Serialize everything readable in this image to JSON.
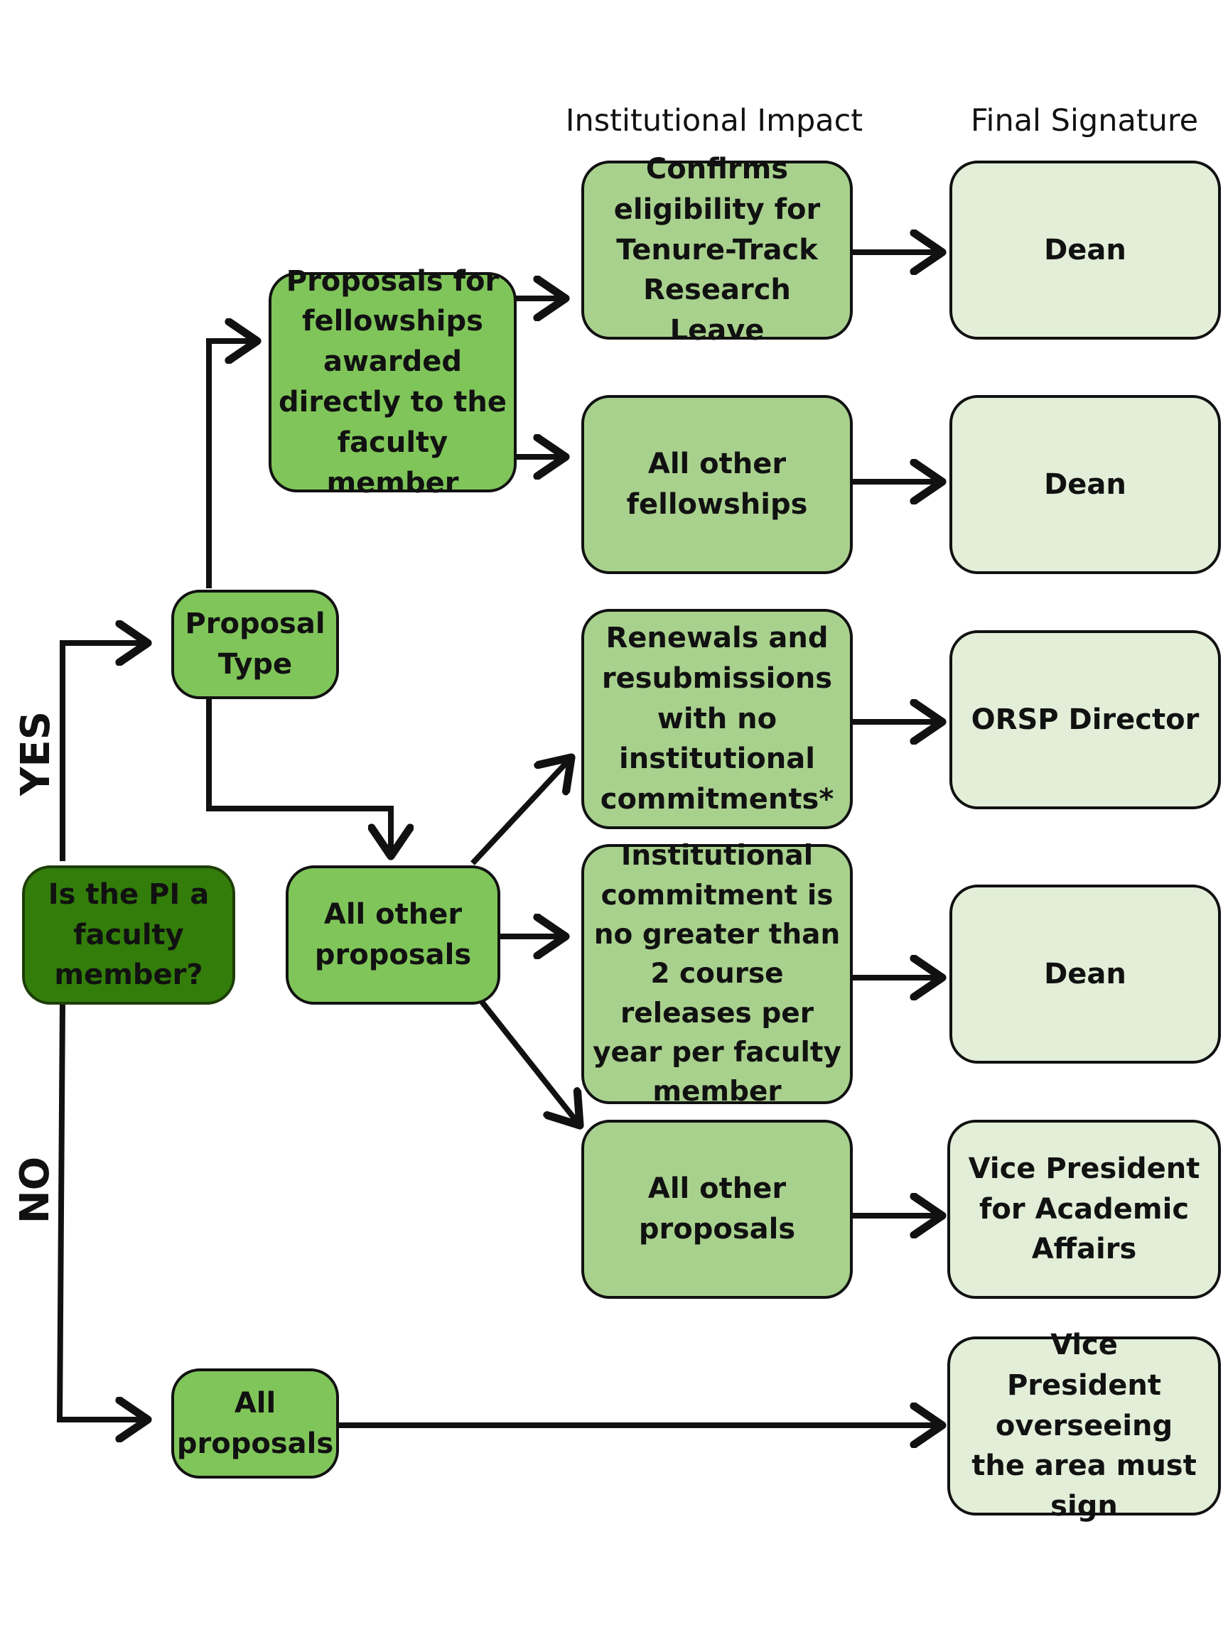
{
  "headers": {
    "impact": "Institutional Impact",
    "signature": "Final Signature"
  },
  "labels": {
    "yes": "YES",
    "no": "NO"
  },
  "colors": {
    "start": "#337d0b",
    "decision": "#80c55a",
    "impact": "#a9d18e",
    "signature": "#e2eed8",
    "line": "#111111"
  },
  "nodes": {
    "start": "Is the PI a faculty member?",
    "proposal_type": "Proposal Type",
    "fellowships": "Proposals for fellowships awarded directly to the faculty member",
    "all_other_proposals": "All other proposals",
    "all_proposals": "All proposals",
    "impact_tenure": "Confirms eligibility for Tenure-Track Research Leave",
    "impact_other_fellowships": "All other fellowships",
    "impact_renewals": "Renewals and resubmissions with no institutional commitments*",
    "impact_course_releases": "Institutional commitment is no greater than 2 course releases per year per faculty member",
    "impact_other_proposals": "All other proposals",
    "sig_dean_1": "Dean",
    "sig_dean_2": "Dean",
    "sig_orsp": "ORSP Director",
    "sig_dean_3": "Dean",
    "sig_vpaa": "Vice President for Academic Affairs",
    "sig_vp_area": "Vice President overseeing the area must sign"
  }
}
